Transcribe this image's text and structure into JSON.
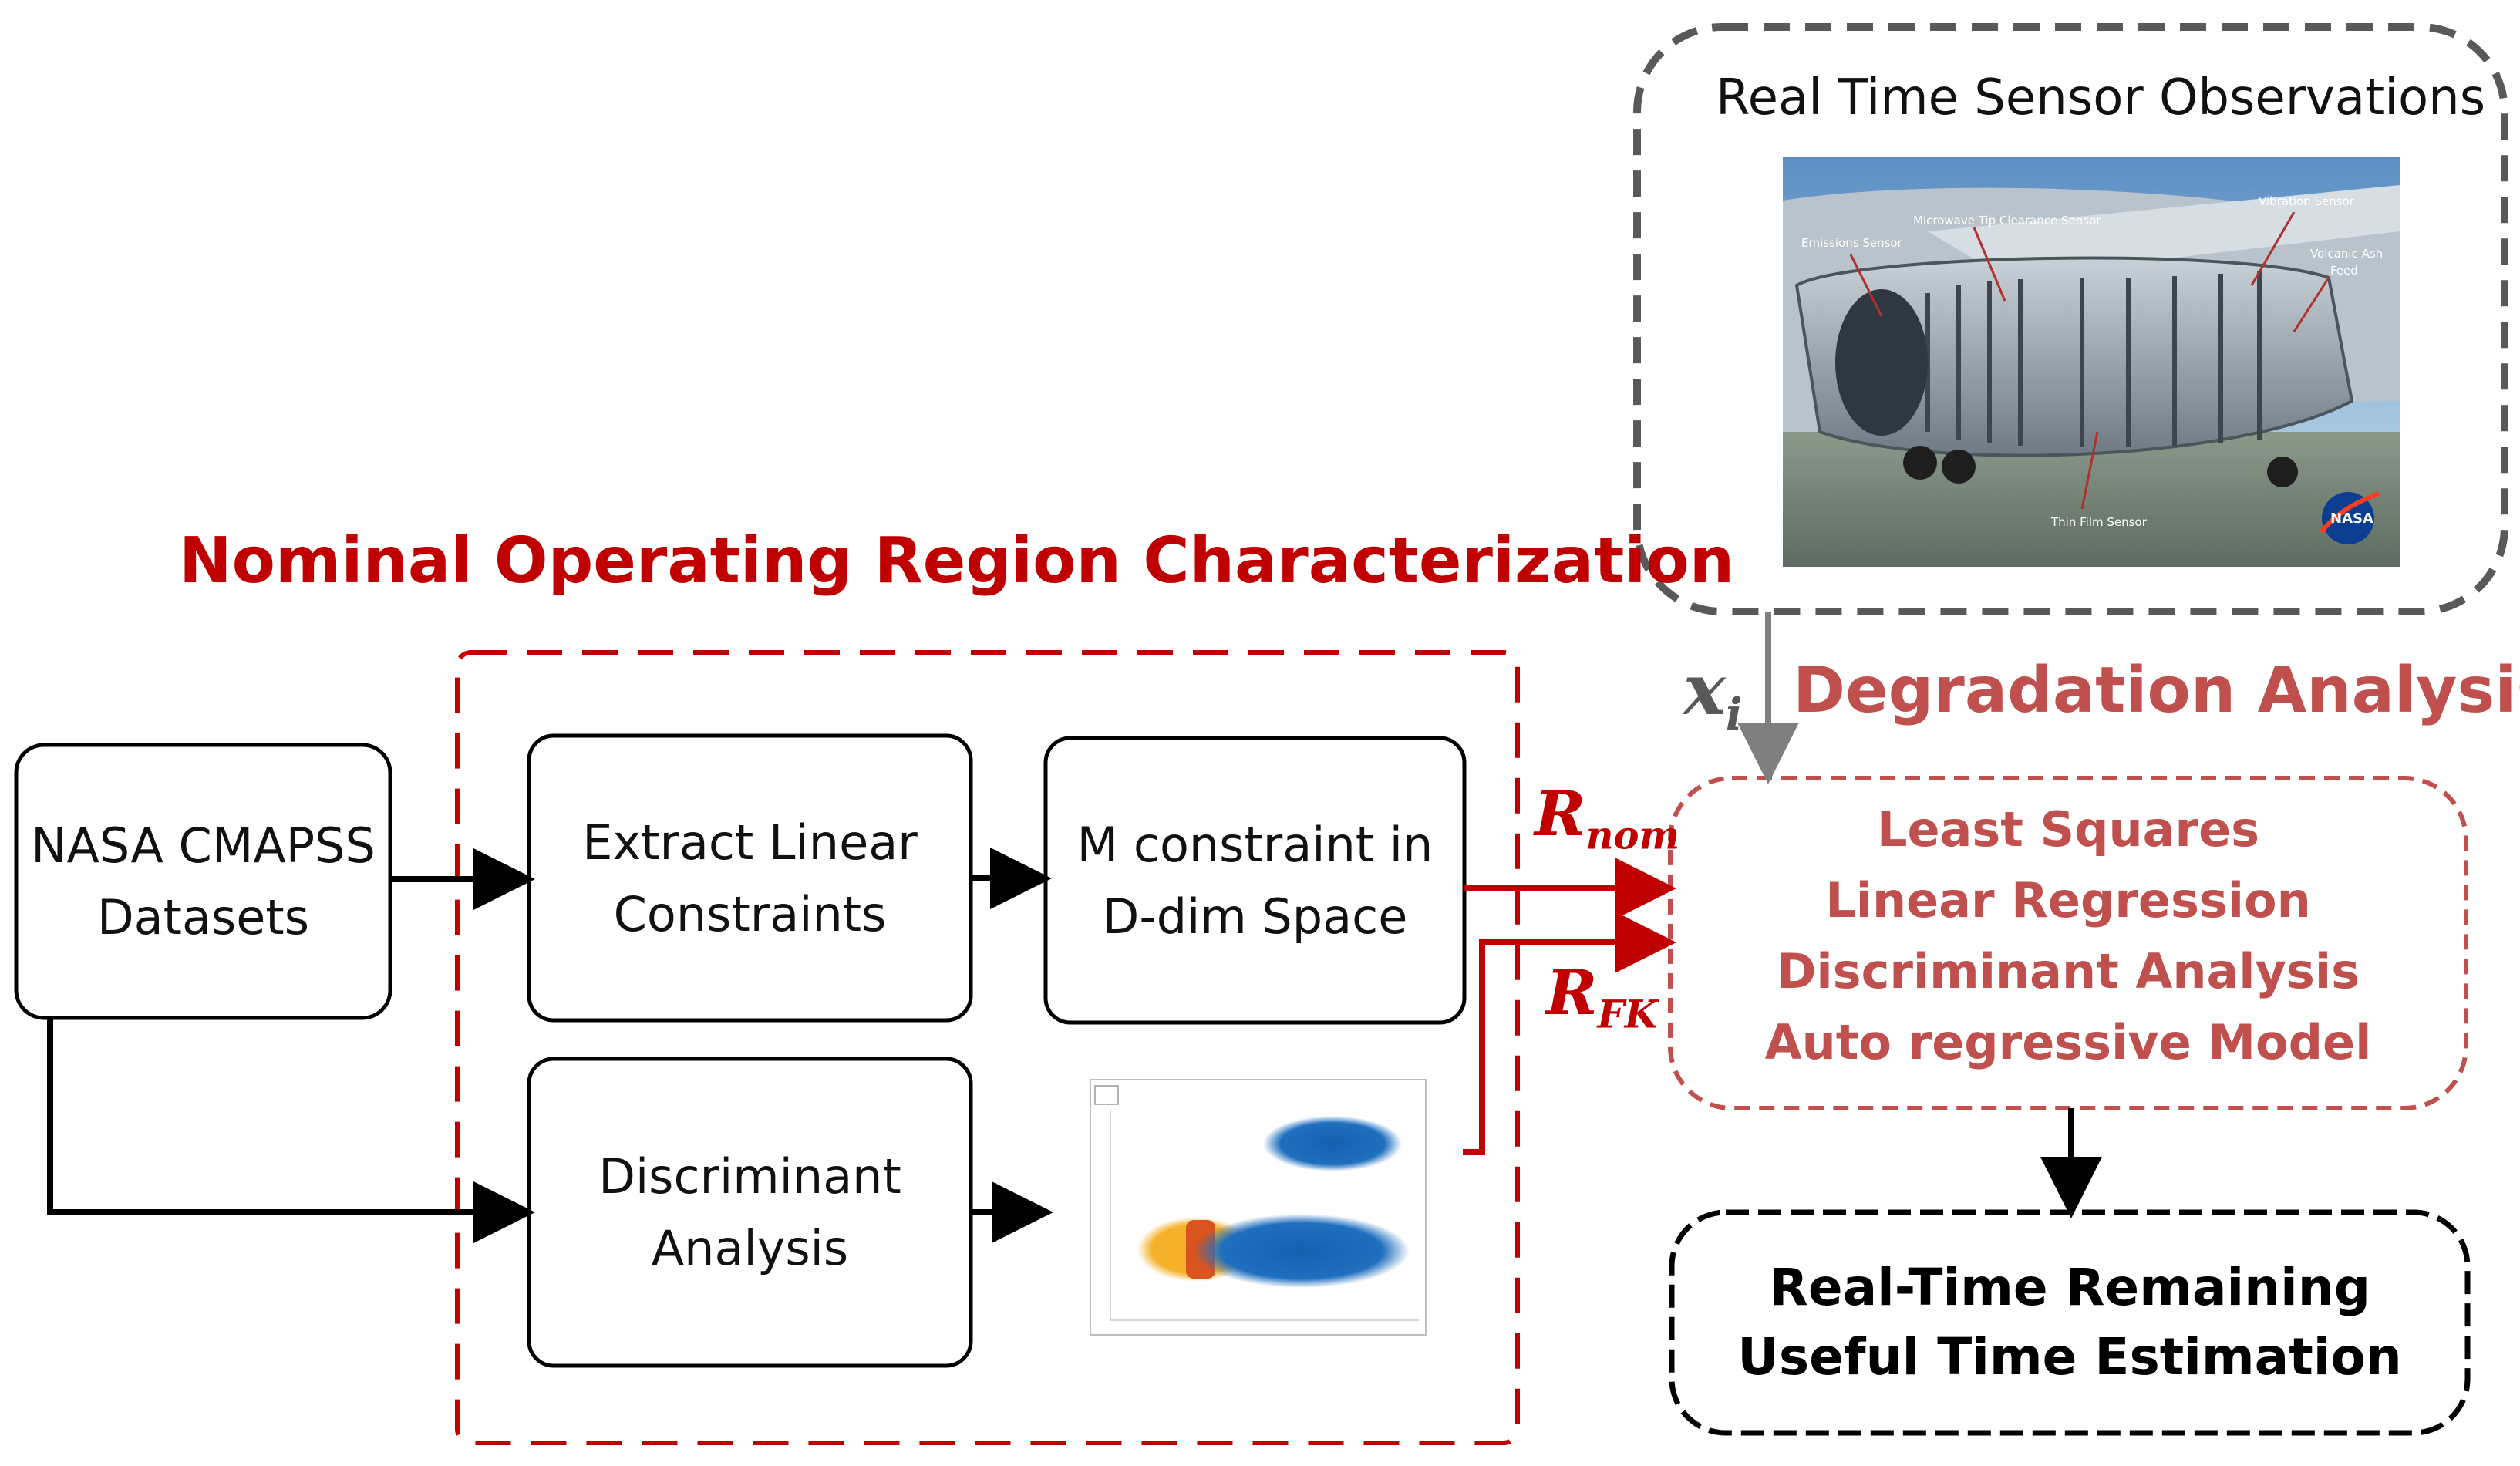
{
  "colors": {
    "accent_red": "#c00000",
    "degradation_red": "#c0504d",
    "dashed_gray": "#595959",
    "arrow_gray": "#7f7f7f",
    "box_stroke": "#000000",
    "scatter_blue": "#1f6fbf",
    "scatter_orange": "#f5b12a",
    "scatter_darkorange": "#d9541f"
  },
  "sensor_panel": {
    "title": "Real Time Sensor Observations",
    "image_labels": {
      "emissions": "Emissions Sensor",
      "microwave": "Microwave Tip Clearance Sensor",
      "vibration": "Vibration Sensor",
      "volcanic_1": "Volcanic Ash",
      "volcanic_2": "Feed",
      "thin_film": "Thin Film Sensor",
      "logo": "NASA"
    }
  },
  "nominal_region": {
    "heading": "Nominal Operating Region Characterization"
  },
  "boxes": {
    "datasets": [
      "NASA CMAPSS",
      "Datasets"
    ],
    "extract": [
      "Extract Linear",
      "Constraints"
    ],
    "constraint": [
      "M constraint in",
      "D-dim Space"
    ],
    "discriminant": [
      "Discriminant",
      "Analysis"
    ]
  },
  "math_labels": {
    "xi": {
      "base": "x",
      "sub": "i"
    },
    "rnom": {
      "base": "R",
      "sub": "nom"
    },
    "rfk": {
      "base": "R",
      "sub": "FK"
    }
  },
  "degradation": {
    "heading": "Degradation Analysis",
    "methods": [
      "Least Squares",
      "Linear Regression",
      "Discriminant Analysis",
      "Auto regressive Model"
    ]
  },
  "rul": {
    "lines": [
      "Real-Time Remaining",
      "Useful Time Estimation"
    ]
  },
  "icons": [
    "jet-engine-cutaway-image",
    "nasa-logo-icon",
    "scatter-plot-thumbnail"
  ]
}
